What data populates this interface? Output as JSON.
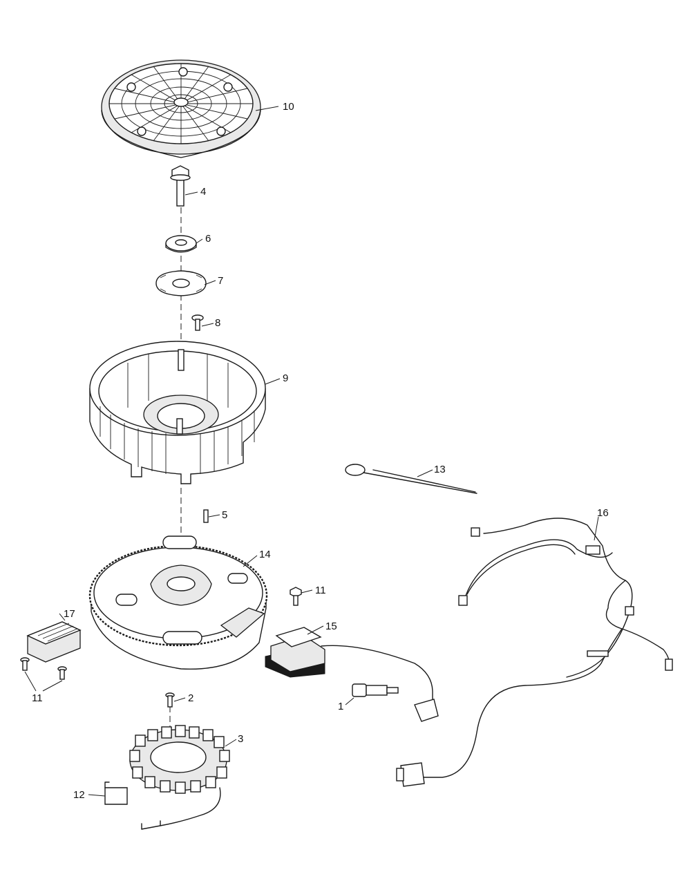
{
  "callouts": {
    "c1": "1",
    "c2": "2",
    "c3": "3",
    "c4": "4",
    "c5": "5",
    "c6": "6",
    "c7": "7",
    "c8": "8",
    "c9": "9",
    "c10": "10",
    "c11a": "11",
    "c11b": "11",
    "c12": "12",
    "c13": "13",
    "c14": "14",
    "c15": "15",
    "c16": "16",
    "c17": "17"
  },
  "colors": {
    "line": "#1a1a1a",
    "background": "#ffffff"
  }
}
